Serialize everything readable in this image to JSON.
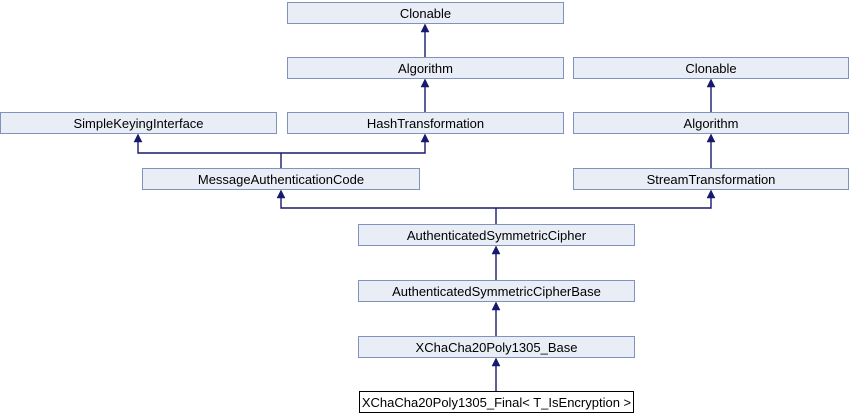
{
  "diagram": {
    "colors": {
      "background": "#ffffff",
      "node_fill": "#e8edf6",
      "node_border": "#8093bf",
      "edge": "#191970",
      "current_node_fill": "#ffffff",
      "current_node_border": "#000000",
      "text": "#000000"
    },
    "nodes": [
      {
        "label": "Clonable"
      },
      {
        "label": "Algorithm"
      },
      {
        "label": "Clonable"
      },
      {
        "label": "SimpleKeyingInterface"
      },
      {
        "label": "HashTransformation"
      },
      {
        "label": "Algorithm"
      },
      {
        "label": "MessageAuthenticationCode"
      },
      {
        "label": "StreamTransformation"
      },
      {
        "label": "AuthenticatedSymmetricCipher"
      },
      {
        "label": "AuthenticatedSymmetricCipherBase"
      },
      {
        "label": "XChaCha20Poly1305_Base"
      },
      {
        "label": "XChaCha20Poly1305_Final< T_IsEncryption >",
        "current": true
      }
    ],
    "edges": [
      {
        "child": "Algorithm (left)",
        "parent": "Clonable (top)"
      },
      {
        "child": "HashTransformation",
        "parent": "Algorithm (left)"
      },
      {
        "child": "Algorithm (right)",
        "parent": "Clonable (right)"
      },
      {
        "child": "StreamTransformation",
        "parent": "Algorithm (right)"
      },
      {
        "child": "MessageAuthenticationCode",
        "parent": "SimpleKeyingInterface"
      },
      {
        "child": "MessageAuthenticationCode",
        "parent": "HashTransformation"
      },
      {
        "child": "AuthenticatedSymmetricCipher",
        "parent": "MessageAuthenticationCode"
      },
      {
        "child": "AuthenticatedSymmetricCipher",
        "parent": "StreamTransformation"
      },
      {
        "child": "AuthenticatedSymmetricCipherBase",
        "parent": "AuthenticatedSymmetricCipher"
      },
      {
        "child": "XChaCha20Poly1305_Base",
        "parent": "AuthenticatedSymmetricCipherBase"
      },
      {
        "child": "XChaCha20Poly1305_Final< T_IsEncryption >",
        "parent": "XChaCha20Poly1305_Base"
      }
    ]
  }
}
